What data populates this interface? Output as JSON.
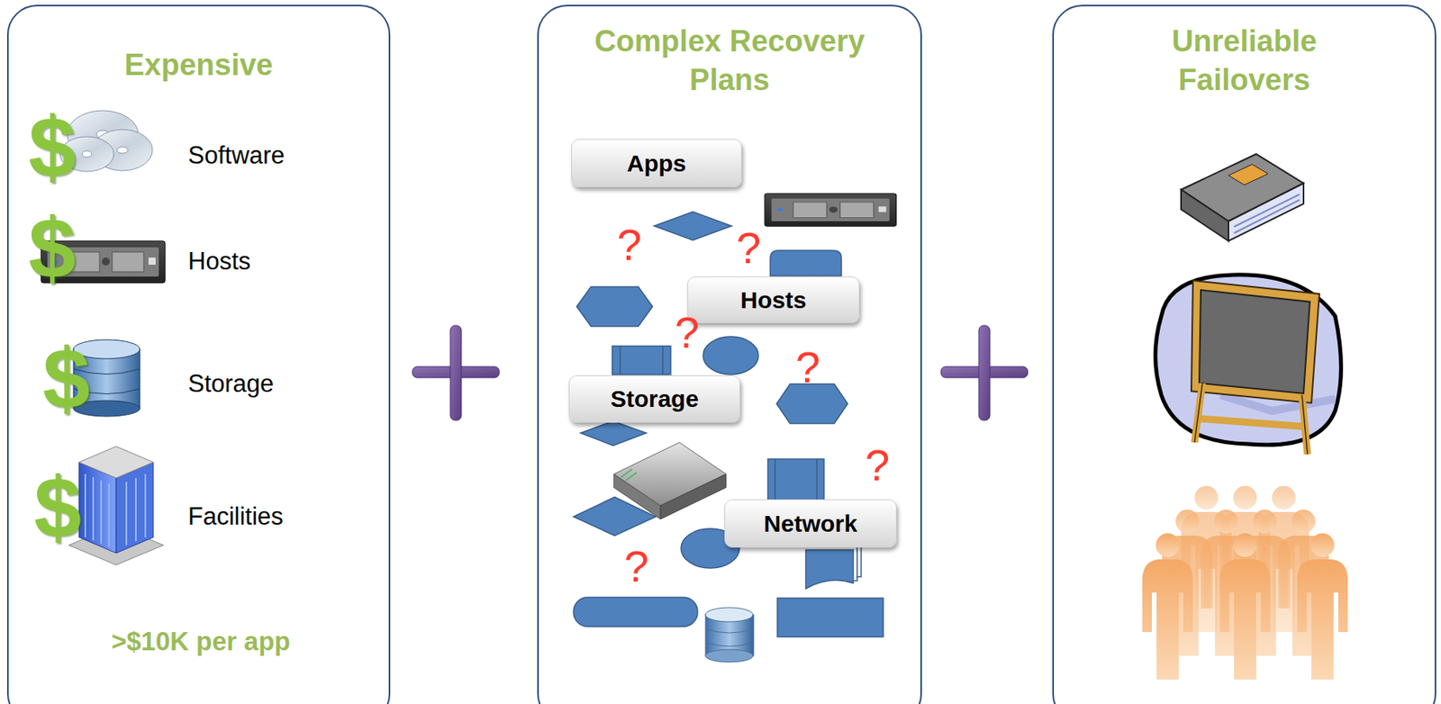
{
  "diagram": {
    "nodes": [
      {
        "text": [
          "Expensive"
        ]
      },
      {
        "text": [
          "Complex Recovery Plans"
        ]
      },
      {
        "text": [
          "Apps"
        ],
        "in": 1
      },
      {
        "text": [
          "Hosts"
        ],
        "in": 1
      },
      {
        "text": [
          "Storage"
        ],
        "in": 1
      },
      {
        "text": [
          "Network"
        ],
        "in": 1
      },
      {
        "text": [
          "Unreliable Failovers"
        ]
      }
    ],
    "labels": [
      "$",
      "Software",
      "$",
      "Hosts",
      "$",
      "Storage",
      "$",
      "Facilities",
      ">$10K per app",
      "?",
      "?",
      "?",
      "?",
      "?",
      "?"
    ]
  }
}
